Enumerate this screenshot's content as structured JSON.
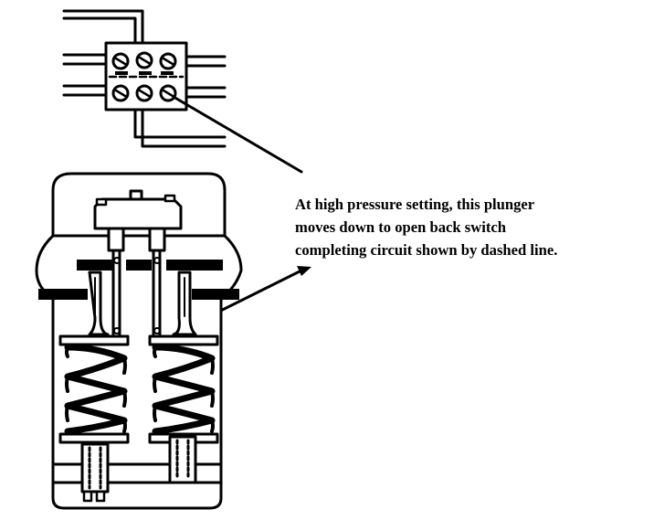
{
  "annotation": {
    "lines": [
      "At high pressure setting, this plunger",
      "moves down to open back switch",
      "completing circuit shown by dashed line."
    ]
  },
  "colors": {
    "ink": "#000000",
    "paper": "#ffffff"
  }
}
